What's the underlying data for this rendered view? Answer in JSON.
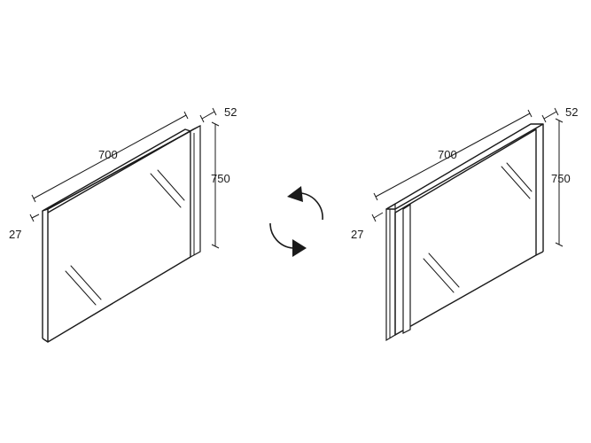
{
  "left_mirror": {
    "width_label": "700",
    "height_label": "750",
    "depth_label": "27",
    "frame_depth_label": "52"
  },
  "right_mirror": {
    "width_label": "700",
    "height_label": "750",
    "depth_label": "27",
    "frame_depth_label": "52"
  },
  "rotate_icon": "rotate-arrows-icon",
  "colors": {
    "line": "#1a1a1a",
    "background": "#ffffff"
  }
}
